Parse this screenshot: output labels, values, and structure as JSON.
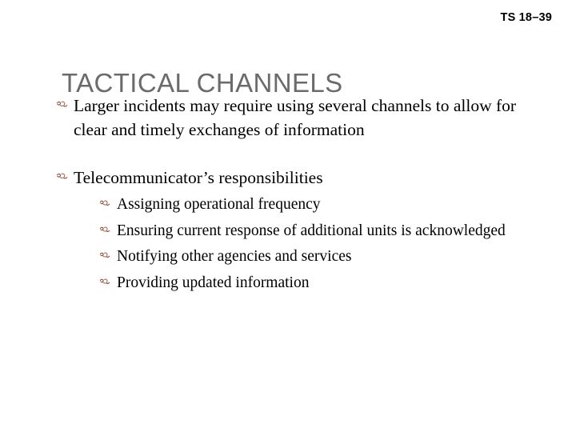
{
  "slide": {
    "header": "TS 18–39",
    "title": "TACTICAL CHANNELS",
    "bullet_marker": "⏐",
    "bullet_icon_name": "fleuron-bullet-icon",
    "colors": {
      "title": "#6b6b6b",
      "header": "#000000",
      "body_text": "#000000",
      "bullet": "#8c4a3c",
      "background": "#ffffff"
    },
    "content": [
      {
        "level": 1,
        "text": "Larger incidents may require using several channels to allow for clear and timely exchanges of information",
        "children": []
      },
      {
        "level": 1,
        "text": "Telecommunicator’s responsibilities",
        "children": [
          {
            "level": 2,
            "text": "Assigning operational frequency"
          },
          {
            "level": 2,
            "text": "Ensuring current response of additional units is acknowledged"
          },
          {
            "level": 2,
            "text": "Notifying other agencies and services"
          },
          {
            "level": 2,
            "text": "Providing updated information"
          }
        ]
      }
    ]
  }
}
